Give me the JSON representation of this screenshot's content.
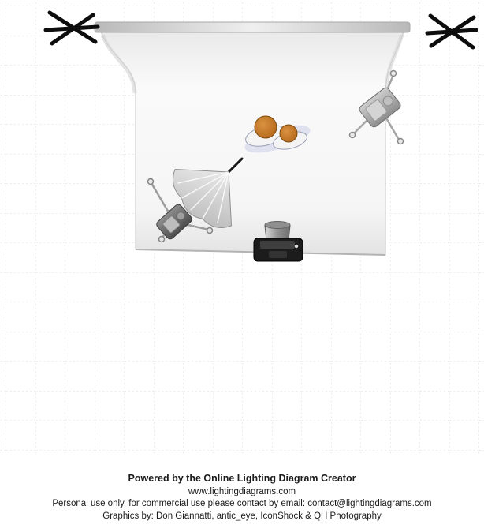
{
  "app": {
    "name": "Online Lighting Diagram Creator",
    "view": "lighting-diagram-export"
  },
  "diagram": {
    "elements": [
      {
        "name": "background-stand-left",
        "kind": "background-stand"
      },
      {
        "name": "background-stand-right",
        "kind": "background-stand"
      },
      {
        "name": "backdrop",
        "kind": "seamless-backdrop"
      },
      {
        "name": "subject-1",
        "kind": "person-top-view"
      },
      {
        "name": "subject-2",
        "kind": "person-top-view"
      },
      {
        "name": "strobe-with-umbrella",
        "kind": "strobe-umbrella-left"
      },
      {
        "name": "strobe-right",
        "kind": "strobe-on-stand"
      },
      {
        "name": "camera",
        "kind": "camera-top-view"
      }
    ],
    "colors": {
      "grid_line": "#dcdcdc",
      "backdrop_paper": "#f7f7f7",
      "subject_skin": "#c9792a",
      "stand_black": "#111111",
      "umbrella_silver": "#d9d9d9",
      "camera_body": "#1c1c1c"
    }
  },
  "footer": {
    "powered_by": "Powered by the Online Lighting Diagram Creator",
    "website": "www.lightingdiagrams.com",
    "license": "Personal use only, for commercial use please contact by email: contact@lightingdiagrams.com",
    "credits": "Graphics by: Don Giannatti, antic_eye, IconShock & QH Photography"
  }
}
